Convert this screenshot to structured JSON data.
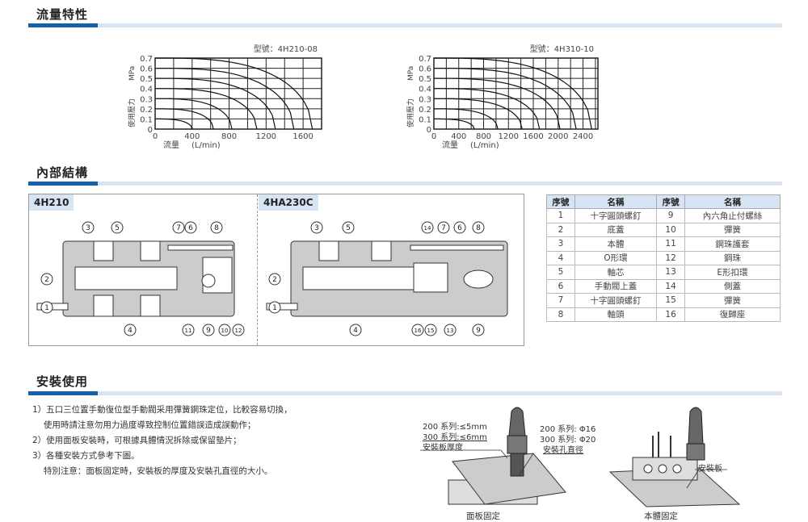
{
  "sections": {
    "flow": "流量特性",
    "structure": "內部結構",
    "install": "安裝使用"
  },
  "chart_data": [
    {
      "type": "line",
      "title": "型號：4H210-08",
      "xlabel": "流量　(L/min)",
      "ylabel": "使用壓力　MPa",
      "xlim": [
        0,
        1800
      ],
      "ylim": [
        0,
        0.7
      ],
      "xticks": [
        0,
        400,
        800,
        1200,
        1600
      ],
      "yticks": [
        0,
        0.1,
        0.2,
        0.3,
        0.4,
        0.5,
        0.6,
        0.7
      ],
      "grid": true,
      "series": [
        {
          "name": "0.1",
          "pressure": 0.1,
          "max_flow": 400
        },
        {
          "name": "0.2",
          "pressure": 0.2,
          "max_flow": 630
        },
        {
          "name": "0.3",
          "pressure": 0.3,
          "max_flow": 830
        },
        {
          "name": "0.4",
          "pressure": 0.4,
          "max_flow": 1100
        },
        {
          "name": "0.5",
          "pressure": 0.5,
          "max_flow": 1300
        },
        {
          "name": "0.6",
          "pressure": 0.6,
          "max_flow": 1500
        },
        {
          "name": "0.7",
          "pressure": 0.7,
          "max_flow": 1700
        }
      ]
    },
    {
      "type": "line",
      "title": "型號：4H310-10",
      "xlabel": "流量　(L/min)",
      "ylabel": "使用壓力　MPa",
      "xlim": [
        0,
        2640
      ],
      "ylim": [
        0,
        0.7
      ],
      "xticks": [
        0,
        400,
        800,
        1200,
        1600,
        2000,
        2400
      ],
      "yticks": [
        0,
        0.1,
        0.2,
        0.3,
        0.4,
        0.5,
        0.6,
        0.7
      ],
      "grid": true,
      "series": [
        {
          "name": "0.1",
          "pressure": 0.1,
          "max_flow": 650
        },
        {
          "name": "0.2",
          "pressure": 0.2,
          "max_flow": 1030
        },
        {
          "name": "0.3",
          "pressure": 0.3,
          "max_flow": 1420
        },
        {
          "name": "0.4",
          "pressure": 0.4,
          "max_flow": 1700
        },
        {
          "name": "0.5",
          "pressure": 0.5,
          "max_flow": 2030
        },
        {
          "name": "0.6",
          "pressure": 0.6,
          "max_flow": 2290
        },
        {
          "name": "0.7",
          "pressure": 0.7,
          "max_flow": 2540
        }
      ]
    }
  ],
  "diagrams": {
    "left": {
      "label": "4H210",
      "callouts": [
        "①",
        "②",
        "③",
        "④",
        "⑤",
        "⑥",
        "⑦",
        "⑧",
        "⑨",
        "⑩",
        "⑪",
        "⑫"
      ]
    },
    "right": {
      "label": "4HA230C",
      "callouts": [
        "①",
        "②",
        "③",
        "④",
        "⑤",
        "⑥",
        "⑦",
        "⑧",
        "⑨",
        "⑬",
        "⑭",
        "⑮",
        "⑯"
      ]
    }
  },
  "parts_table": {
    "headers": [
      "序號",
      "名稱",
      "序號",
      "名稱"
    ],
    "rows": [
      [
        "1",
        "十字圓頭螺釘",
        "9",
        "內六角止付螺絲"
      ],
      [
        "2",
        "底蓋",
        "10",
        "彈簧"
      ],
      [
        "3",
        "本體",
        "11",
        "鋼珠護套"
      ],
      [
        "4",
        "O形環",
        "12",
        "鋼珠"
      ],
      [
        "5",
        "軸芯",
        "13",
        "E形扣環"
      ],
      [
        "6",
        "手動閥上蓋",
        "14",
        "側蓋"
      ],
      [
        "7",
        "十字圓頭螺釘",
        "15",
        "彈簧"
      ],
      [
        "8",
        "軸頭",
        "16",
        "復歸座"
      ]
    ]
  },
  "install_notes": [
    "1）五口三位置手動復位型手動閥采用彈簧鋼珠定位，比較容易切換，",
    "　 使用時請注意勿用力過度導致控制位置錯誤造成誤動作；",
    "2）使用面板安裝時，可根據具體情況拆除或保留墊片；",
    "3）各種安裝方式參考下圖。",
    "　 特別注意：面板固定時，安裝板的厚度及安裝孔直徑的大小。"
  ],
  "install_images": {
    "panel": {
      "thick200": "200 系列:≤5mm",
      "thick300": "300 系列:≤6mm",
      "thick_label": "安裝板厚度",
      "hole200": "200 系列: Φ16",
      "hole300": "300 系列: Φ20",
      "hole_label": "安裝孔直徑",
      "caption": "面板固定"
    },
    "body": {
      "plate_label": "安裝板",
      "caption": "本體固定"
    }
  },
  "colors": {
    "accent": "#1560ad",
    "light": "#d9e6f2"
  }
}
